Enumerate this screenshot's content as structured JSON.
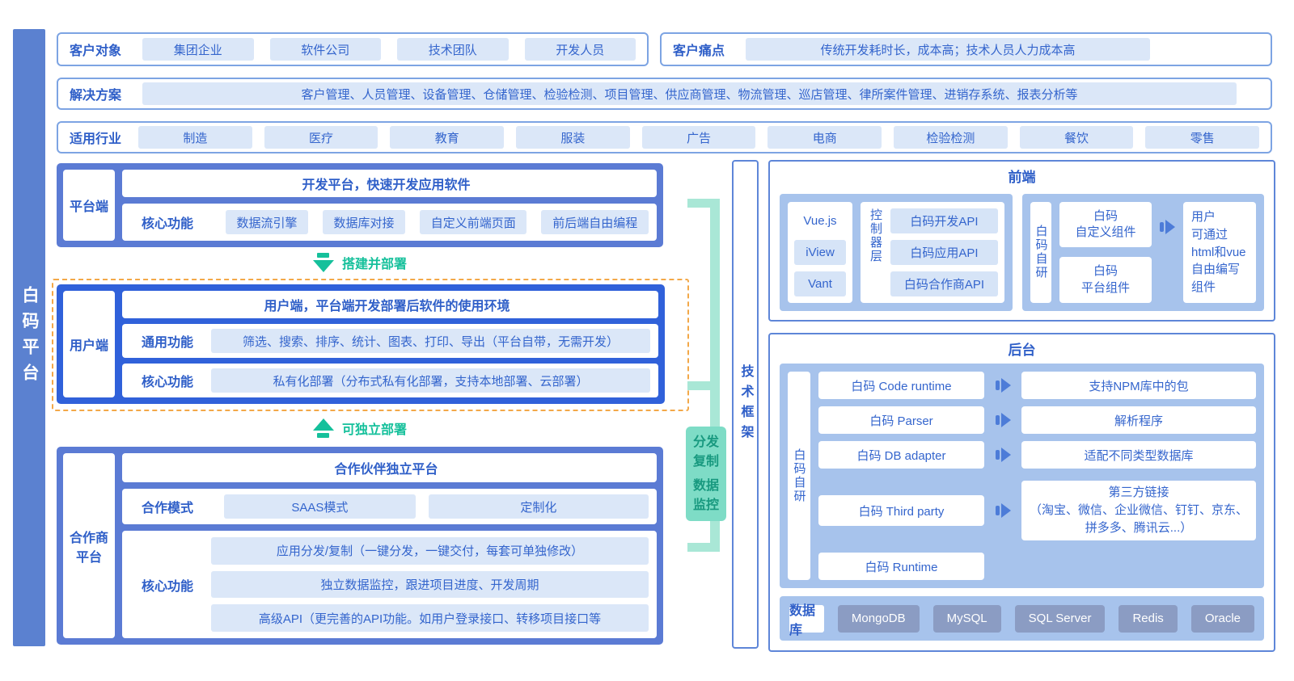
{
  "palette": {
    "brand_blue": "#3465cd",
    "slate_blue_block": "#5b7bd4",
    "bright_blue_block": "#3061da",
    "chip_blue": "#dbe7f8",
    "container_blue": "#a7c3ec",
    "db_chip_gray": "#8b9cc3",
    "teal_line": "#a9e7d6",
    "teal_badge": "#7edcc6",
    "green_arrow": "#15c09b",
    "orange_dashed": "#f3a848"
  },
  "sidebar": {
    "title": "白码平台"
  },
  "top_rows": {
    "customer_targets": {
      "label": "客户对象",
      "items": [
        "集团企业",
        "软件公司",
        "技术团队",
        "开发人员"
      ]
    },
    "pain_points": {
      "label": "客户痛点",
      "text": "传统开发耗时长，成本高；技术人员人力成本高"
    },
    "solutions": {
      "label": "解决方案",
      "text": "客户管理、人员管理、设备管理、仓储管理、检验检测、项目管理、供应商管理、物流管理、巡店管理、律所案件管理、进销存系统、报表分析等"
    },
    "industries": {
      "label": "适用行业",
      "items": [
        "制造",
        "医疗",
        "教育",
        "服装",
        "广告",
        "电商",
        "检验检测",
        "餐饮",
        "零售"
      ]
    }
  },
  "platform_block": {
    "side_label": "平台端",
    "title": "开发平台，快速开发应用软件",
    "row_label": "核心功能",
    "features": [
      "数据流引擎",
      "数据库对接",
      "自定义前端页面",
      "前后端自由编程"
    ]
  },
  "arrow_build_deploy": "搭建并部署",
  "user_block": {
    "side_label": "用户端",
    "title": "用户端，平台端开发部署后软件的使用环境",
    "rows": [
      {
        "label": "通用功能",
        "text": "筛选、搜索、排序、统计、图表、打印、导出（平台自带，无需开发）"
      },
      {
        "label": "核心功能",
        "text": "私有化部署（分布式私有化部署，支持本地部署、云部署）"
      }
    ]
  },
  "arrow_independent_deploy": "可独立部署",
  "partner_block": {
    "side_label": "合作商\n平台",
    "title": "合作伙伴独立平台",
    "mode_label": "合作模式",
    "modes": [
      "SAAS模式",
      "定制化"
    ],
    "core_label": "核心功能",
    "core_items": [
      "应用分发/复制（一键分发，一键交付，每套可单独修改）",
      "独立数据监控，跟进项目进度、开发周期",
      "高级API（更完善的API功能。如用户登录接口、转移项目接口等"
    ]
  },
  "connector_badge": {
    "line1": "分发",
    "line2": "复制",
    "line3": "数据",
    "line4": "监控"
  },
  "tech_framework_label": "技术框架",
  "frontend_panel": {
    "title": "前端",
    "framework_main": "Vue.js",
    "framework_chips": [
      "iView",
      "Vant"
    ],
    "controller_label": "控制器层",
    "apis": [
      "白码开发API",
      "白码应用API",
      "白码合作商API"
    ],
    "self_dev_label": "白码自研",
    "components": [
      "白码\n自定义组件",
      "白码\n平台组件"
    ],
    "note": "用户\n可通过\nhtml和vue\n自由编写组件"
  },
  "backend_panel": {
    "title": "后台",
    "self_dev_label": "白码自研",
    "mappings": [
      {
        "left": "白码 Code runtime",
        "right": "支持NPM库中的包"
      },
      {
        "left": "白码 Parser",
        "right": "解析程序"
      },
      {
        "left": "白码 DB adapter",
        "right": "适配不同类型数据库"
      },
      {
        "left": "白码 Third party",
        "right": "第三方链接\n（淘宝、微信、企业微信、钉钉、京东、拼多多、腾讯云...）"
      }
    ],
    "runtime_only": "白码 Runtime",
    "db_label": "数据库",
    "databases": [
      "MongoDB",
      "MySQL",
      "SQL Server",
      "Redis",
      "Oracle"
    ]
  }
}
